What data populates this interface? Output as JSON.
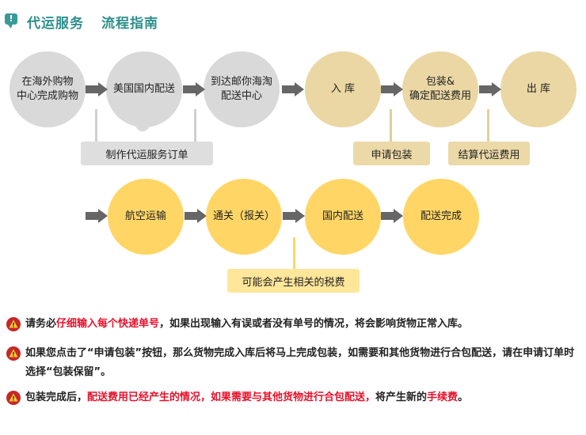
{
  "header": {
    "title": "代运服务",
    "subtitle": "流程指南"
  },
  "flow_row1": [
    {
      "label": "在海外购物\n中心完成购物"
    },
    {
      "label": "美国国内配送"
    },
    {
      "label": "到达邮你海淘\n配送中心"
    },
    {
      "label": "入 库"
    },
    {
      "label": "包装&\n确定配送费用"
    },
    {
      "label": "出 库"
    }
  ],
  "flow_row2": [
    {
      "label": "航空运输"
    },
    {
      "label": "通关（报关）"
    },
    {
      "label": "国内配送"
    },
    {
      "label": "配送完成"
    }
  ],
  "callouts": {
    "order": "制作代运服务订单",
    "pack_request": "申请包装",
    "settle": "结算代运费用",
    "tax": "可能会产生相关的税费"
  },
  "notes": [
    {
      "t1": "请务必",
      "r1": "仔细输入每个快递单号",
      "t2": "，如果出现输入有误或者没有单号的情况，将会影响货物正常入库。"
    },
    {
      "t1": "如果您点击了“申请包装”按钮，那么货物完成入库后将马上完成包装，如需要和其他货物进行合包配送，请在申请订单时选择“包装保留”。"
    },
    {
      "t1": "包装完成后，",
      "r1": "配送费用已经产生的情况，如果需要与其他货物进行合包配送，",
      "t2": "将产生新的",
      "r2": "手续费",
      "t3": "。"
    }
  ],
  "colors": {
    "accent": "#2f8f8c",
    "gray": "#d9d9d9",
    "tan": "#ead7a3",
    "yellow": "#ffd666",
    "warning_red": "#e8102a"
  },
  "icons": [
    "info-bubble-icon",
    "right-arrow-icon",
    "warning-triangle-icon"
  ]
}
